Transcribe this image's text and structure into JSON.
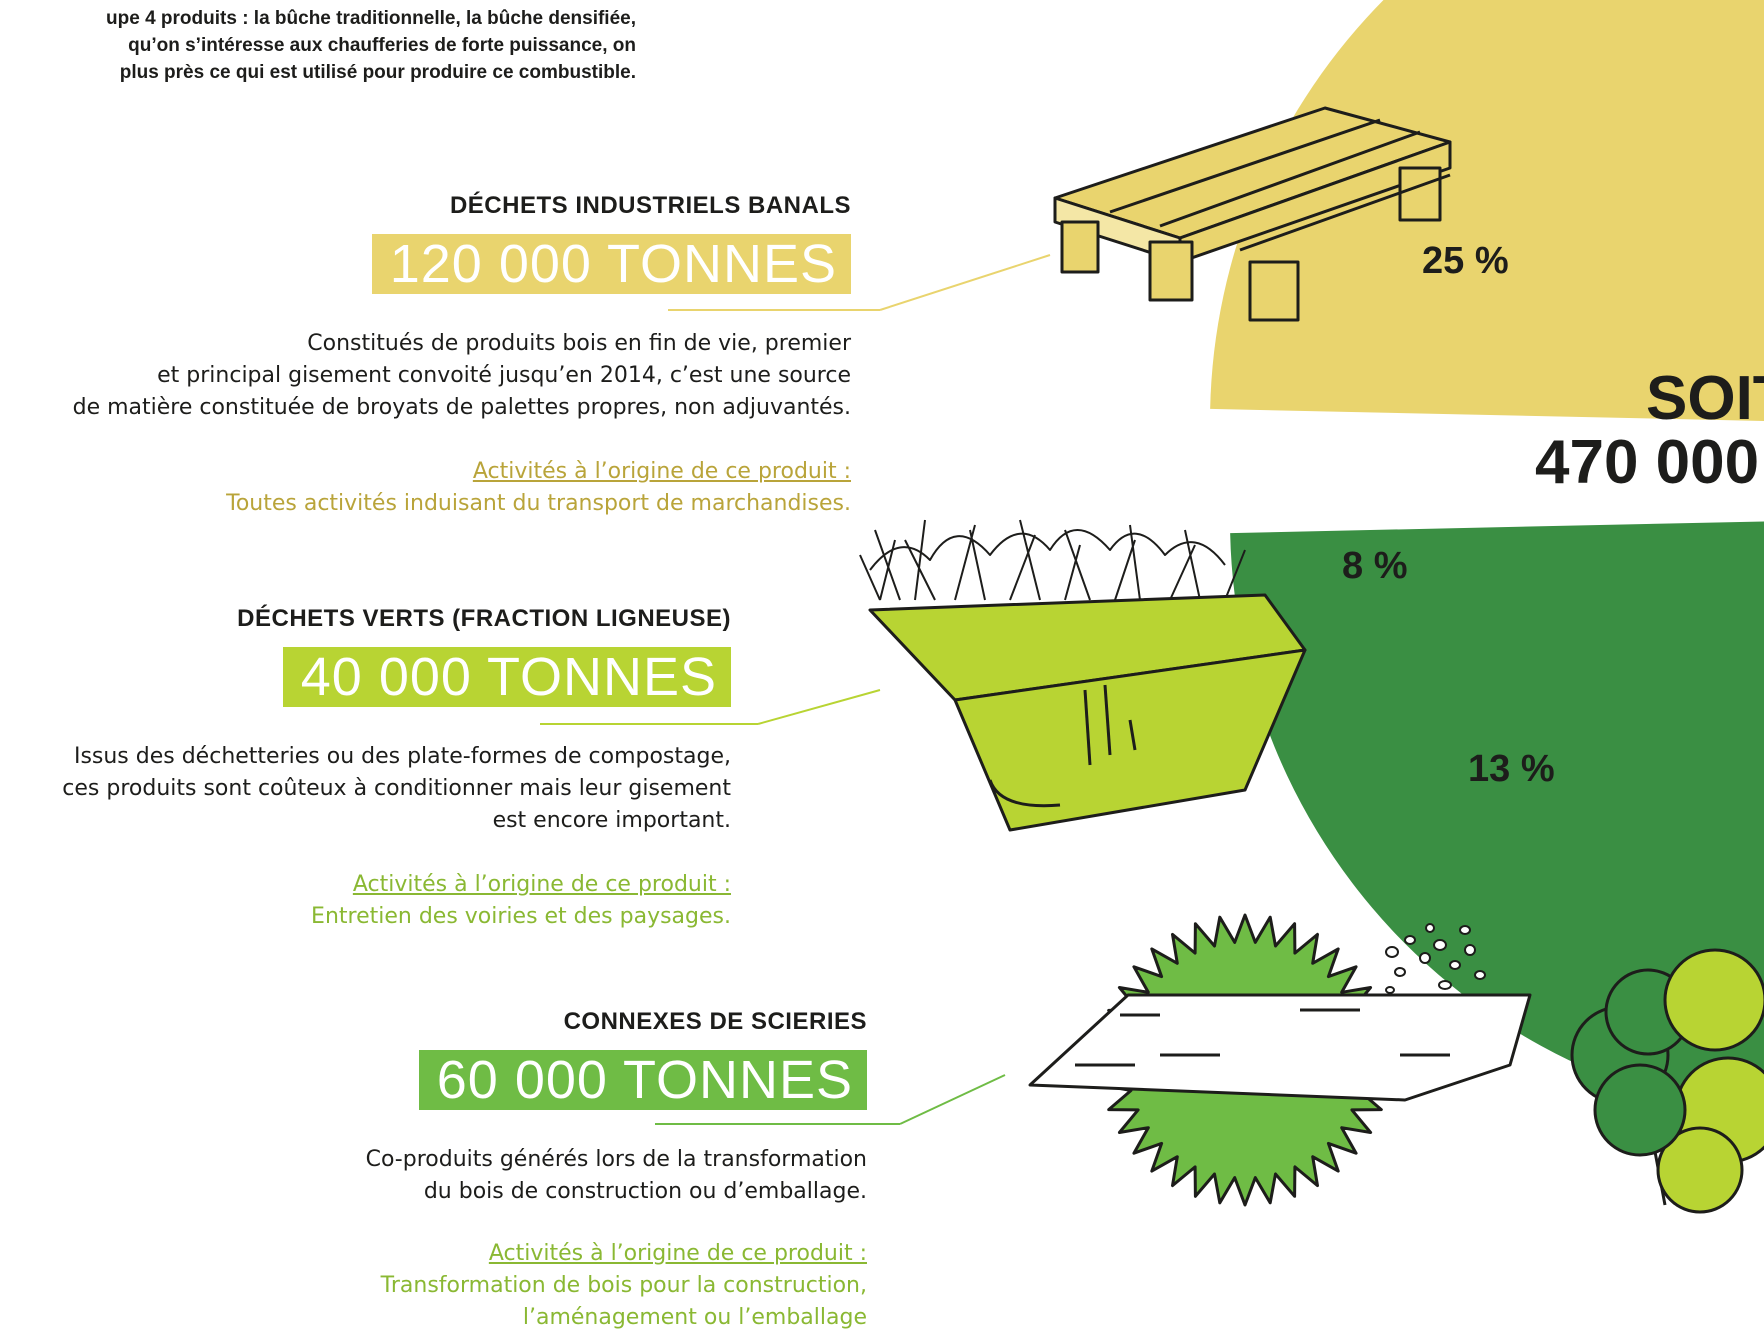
{
  "intro": {
    "line1": "upe 4 produits : la bûche traditionnelle, la bûche densifiée,",
    "line2": "qu’on s’intéresse aux chaufferies de forte puissance, on",
    "line3": "plus près ce qui est utilisé pour produire ce combustible."
  },
  "colors": {
    "yellow": "#e9d46e",
    "lime": "#b8d433",
    "mid_green": "#6fbc45",
    "dark_green": "#3a8f43",
    "activity_text": "#8ab833"
  },
  "blocks": [
    {
      "title": "DÉCHETS INDUSTRIELS BANALS",
      "tons": "120 000 TONNES",
      "desc1": "Constitués de produits bois en fin de vie, premier",
      "desc2": "et principal gisement convoité jusqu’en 2014, c’est une source",
      "desc3": "de matière constituée de broyats de palettes propres, non adjuvantés.",
      "activity_heading": "Activités à l’origine de ce produit :",
      "activity1": "Toutes activités induisant du transport de marchandises.",
      "activity2": ""
    },
    {
      "title": "DÉCHETS VERTS (FRACTION LIGNEUSE)",
      "tons": "40 000 TONNES",
      "desc1": "Issus des déchetteries ou des plate-formes de compostage,",
      "desc2": "ces produits sont coûteux à conditionner mais leur gisement",
      "desc3": "est encore important.",
      "activity_heading": "Activités à l’origine de ce produit :",
      "activity1": "Entretien des voiries et des paysages.",
      "activity2": ""
    },
    {
      "title": "CONNEXES DE SCIERIES",
      "tons": "60 000 TONNES",
      "desc1": "Co-produits générés lors de la transformation",
      "desc2": "du bois de construction ou d’emballage.",
      "desc3": "",
      "activity_heading": "Activités à l’origine de ce produit :",
      "activity1": "Transformation de bois pour la construction,",
      "activity2": "l’aménagement ou l’emballage"
    }
  ],
  "soit": {
    "line1": "SOIT",
    "line2": "470 000"
  },
  "chart_data": {
    "type": "pie",
    "title": "",
    "slices": [
      {
        "category": "DÉCHETS INDUSTRIELS BANALS",
        "value": 25,
        "label": "25 %",
        "color": "#e9d46e"
      },
      {
        "category": "DÉCHETS VERTS (FRACTION LIGNEUSE)",
        "value": 8,
        "label": "8 %",
        "color": "#b8d433"
      },
      {
        "category": "CONNEXES DE SCIERIES",
        "value": 13,
        "label": "13 %",
        "color": "#6fbc45"
      },
      {
        "category": "",
        "value": 54,
        "label": "",
        "color": "#3a8f43"
      }
    ],
    "legend": "none"
  }
}
